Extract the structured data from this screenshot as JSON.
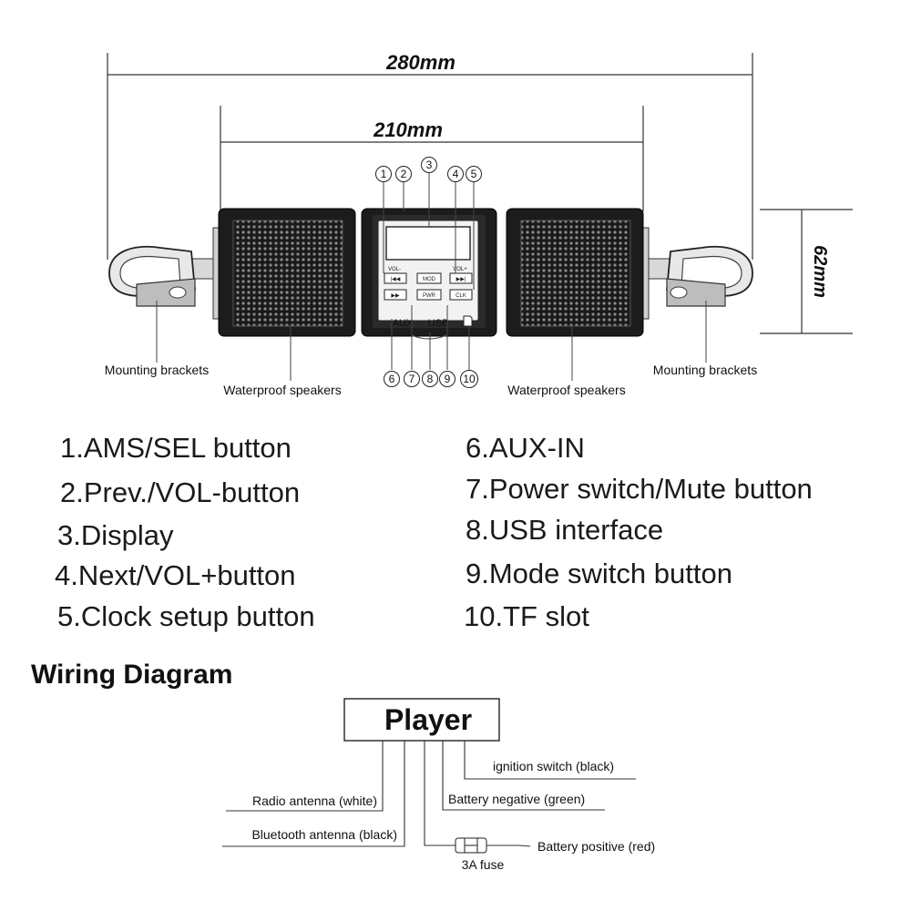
{
  "dimensions": {
    "overall": "280mm",
    "inner": "210mm",
    "height": "62mm"
  },
  "callouts": {
    "top": [
      "1",
      "2",
      "3",
      "4",
      "5"
    ],
    "bottom": [
      "6",
      "7",
      "8",
      "9",
      "10"
    ]
  },
  "device": {
    "buttons": {
      "prev": "|◀◀",
      "mod": "MOD",
      "next": "▶▶|",
      "ff": "▶▶",
      "pwr": "PWR",
      "clk": "CLK"
    },
    "button_caption_left": "VOL-",
    "button_caption_right": "VOL+",
    "port_aux": "AUX",
    "port_usb": "USB"
  },
  "labels": {
    "mount_left": "Mounting brackets",
    "mount_right": "Mounting brackets",
    "speaker_left": "Waterproof speakers",
    "speaker_right": "Waterproof speakers"
  },
  "legend": {
    "left": [
      "1.AMS/SEL button",
      "2.Prev./VOL-button",
      "3.Display",
      "4.Next/VOL+button",
      "5.Clock setup button"
    ],
    "right": [
      "6.AUX-IN",
      "7.Power switch/Mute button",
      "8.USB interface",
      "9.Mode switch button",
      "10.TF slot"
    ]
  },
  "wiring": {
    "title": "Wiring Diagram",
    "player": "Player",
    "radio_antenna": "Radio antenna (white)",
    "bluetooth_antenna": "Bluetooth antenna (black)",
    "ignition": "ignition switch (black)",
    "battery_negative": "Battery negative (green)",
    "battery_positive": "Battery positive (red)",
    "fuse": "3A fuse"
  }
}
